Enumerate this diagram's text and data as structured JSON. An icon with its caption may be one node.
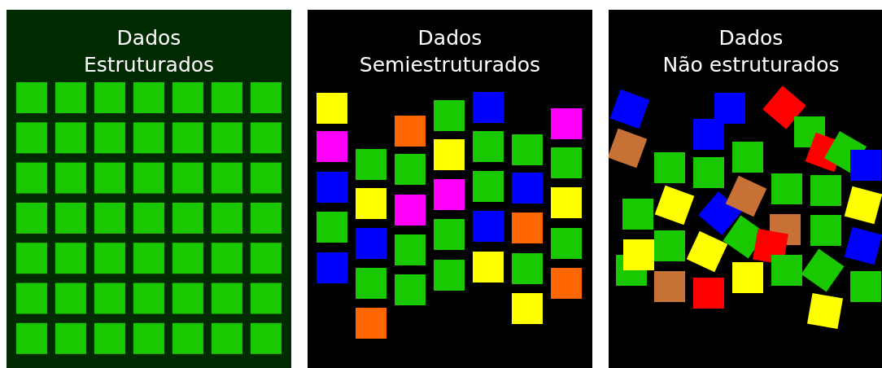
{
  "diagram": {
    "nodes": [
      {
        "text": [
          "Dados Estruturados"
        ]
      },
      {
        "text": [
          "Dados Semiestruturados"
        ]
      },
      {
        "text": [
          "Dados Não estruturados"
        ]
      }
    ]
  }
}
